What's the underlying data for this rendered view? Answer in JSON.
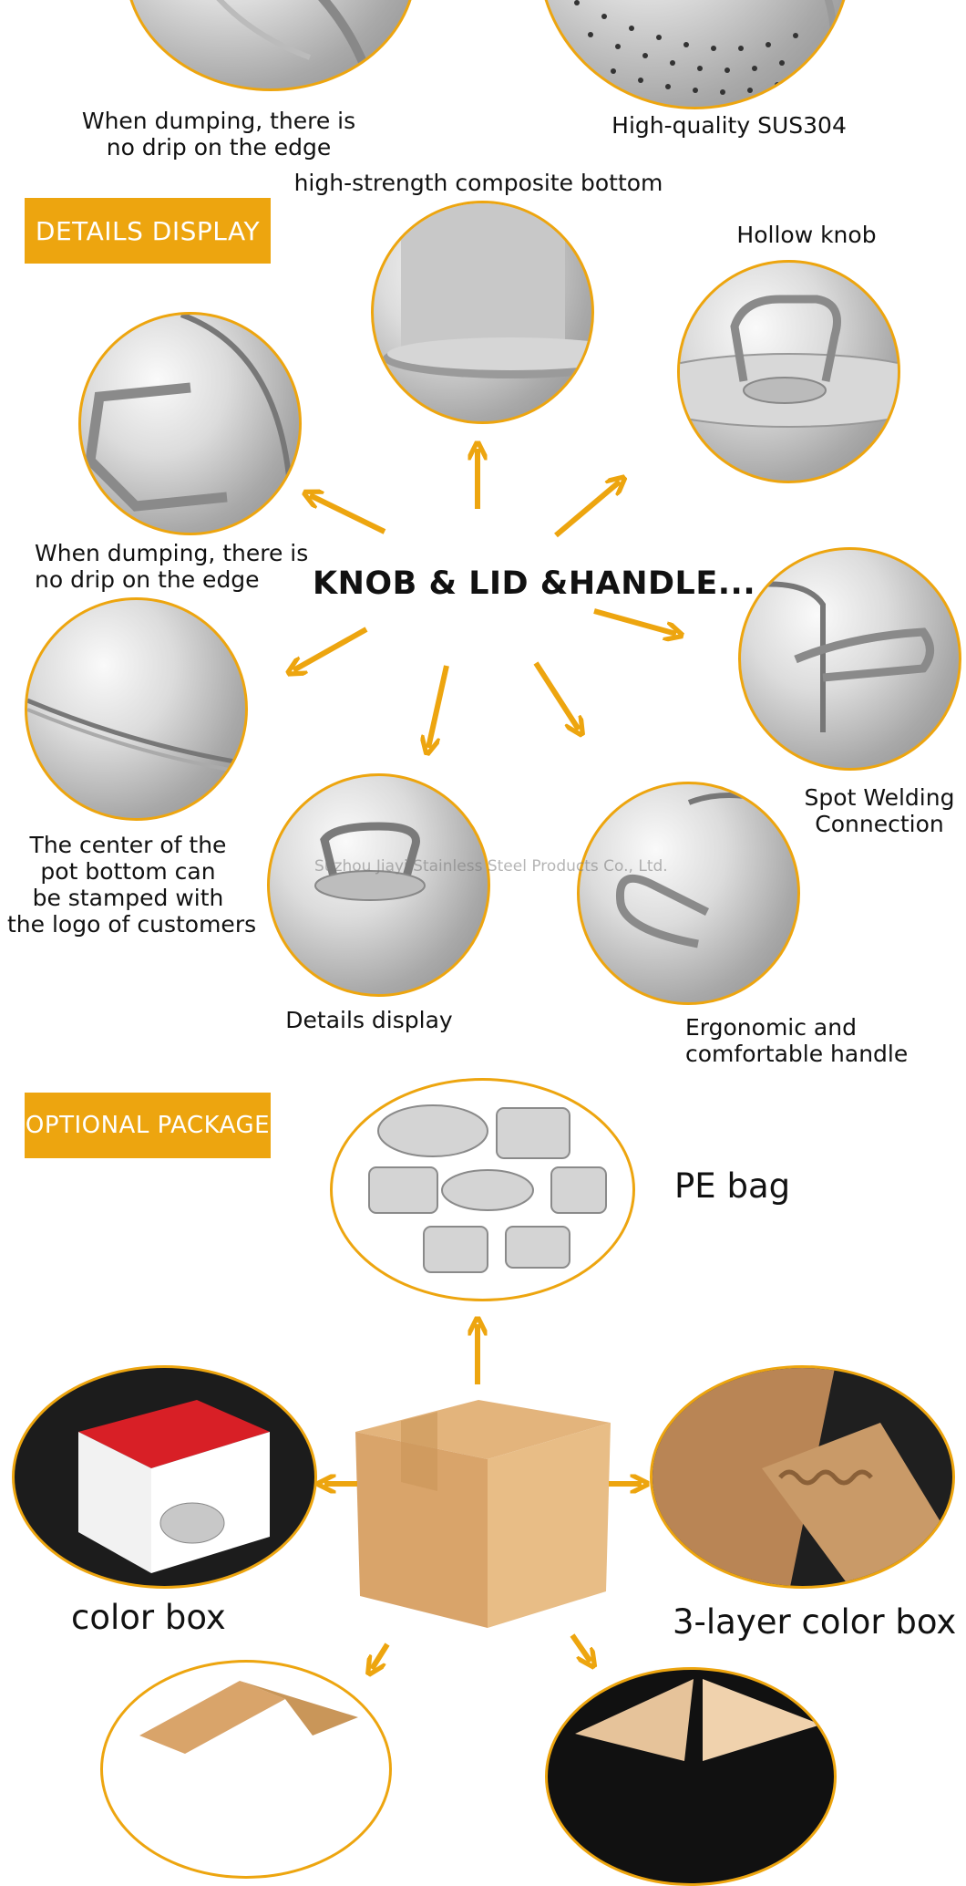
{
  "top": {
    "caption_left": [
      "When dumping, there is",
      "no drip on the edge"
    ],
    "caption_right": "High-quality SUS304"
  },
  "details": {
    "banner": "DETAILS DISPLAY",
    "center_title": "KNOB & LID &HANDLE...",
    "watermark": "Suzhou Jiayi Stainless Steel Products Co., Ltd.",
    "captions": {
      "bottom": "high-strength composite bottom",
      "knob": "Hollow knob",
      "dumping": [
        "When dumping, there is",
        "no drip on the edge"
      ],
      "welding": [
        "Spot Welding",
        "Connection"
      ],
      "logo": [
        "The center of the",
        "pot bottom can",
        "be stamped with",
        "the logo of customers"
      ],
      "display": "Details display",
      "handle": [
        "Ergonomic and",
        "comfortable handle"
      ]
    }
  },
  "package": {
    "banner": "OPTIONAL PACKAGE",
    "pe_bag": "PE bag",
    "color_box": "color box",
    "three_layer": "3-layer color box"
  },
  "colors": {
    "accent": "#eda50f",
    "box": "#d9a46a"
  }
}
